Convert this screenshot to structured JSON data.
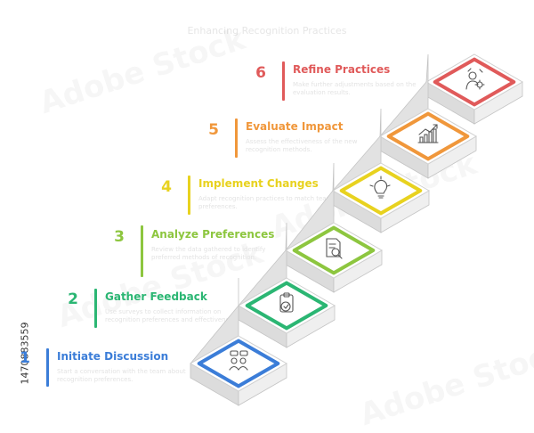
{
  "title": "Enhancing Recognition Practices",
  "side_id": "1470883559",
  "watermark": "Adobe Stock",
  "steps": [
    {
      "num": "1",
      "title": "Initiate Discussion",
      "desc": "Start a conversation with the team about recognition preferences.",
      "color": "#3b7dd8",
      "icon": "people-chat-icon"
    },
    {
      "num": "2",
      "title": "Gather Feedback",
      "desc": "Use surveys to collect information on recognition preferences and effectiveness.",
      "color": "#2bb673",
      "icon": "clipboard-check-icon"
    },
    {
      "num": "3",
      "title": "Analyze Preferences",
      "desc": "Review the data gathered to identify preferred methods of recognition.",
      "color": "#8dc63f",
      "icon": "document-search-icon"
    },
    {
      "num": "4",
      "title": "Implement Changes",
      "desc": "Adapt recognition practices to match team preferences.",
      "color": "#e8d21f",
      "icon": "lightbulb-icon"
    },
    {
      "num": "5",
      "title": "Evaluate Impact",
      "desc": "Assess the effectiveness of the new recognition methods.",
      "color": "#f0973b",
      "icon": "growth-chart-icon"
    },
    {
      "num": "6",
      "title": "Refine Practices",
      "desc": "Make further adjustments based on the evaluation results.",
      "color": "#e05a5a",
      "icon": "person-gear-icon"
    }
  ]
}
